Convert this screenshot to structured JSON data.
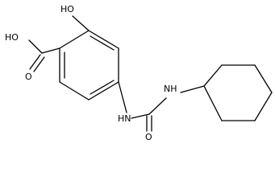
{
  "molecule": {
    "atom_labels": {
      "phenol_oh": "HO",
      "carboxyl_oh": "HO",
      "carbonyl_o_acid": "O",
      "amide_nh_aryl": "HN",
      "amide_nh_cyclohexyl": "NH",
      "urea_carbonyl_o": "O"
    },
    "bond_color": "#000000",
    "label_color": "#000000"
  }
}
